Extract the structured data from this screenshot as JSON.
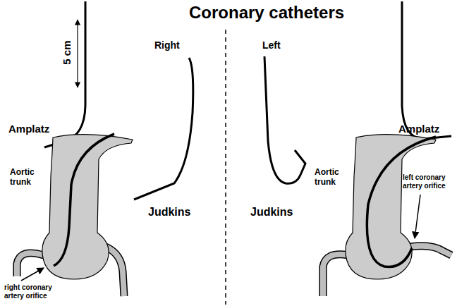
{
  "diagram": {
    "title": "Coronary catheters",
    "labels": [
      "Amplatz",
      "5 cm",
      "Right",
      "Judkins",
      "Left",
      "Judkins",
      "Amplatz",
      "Aortic trunk",
      "right coronary artery orifice",
      "Aortic trunk",
      "left coronary artery orifice"
    ]
  }
}
